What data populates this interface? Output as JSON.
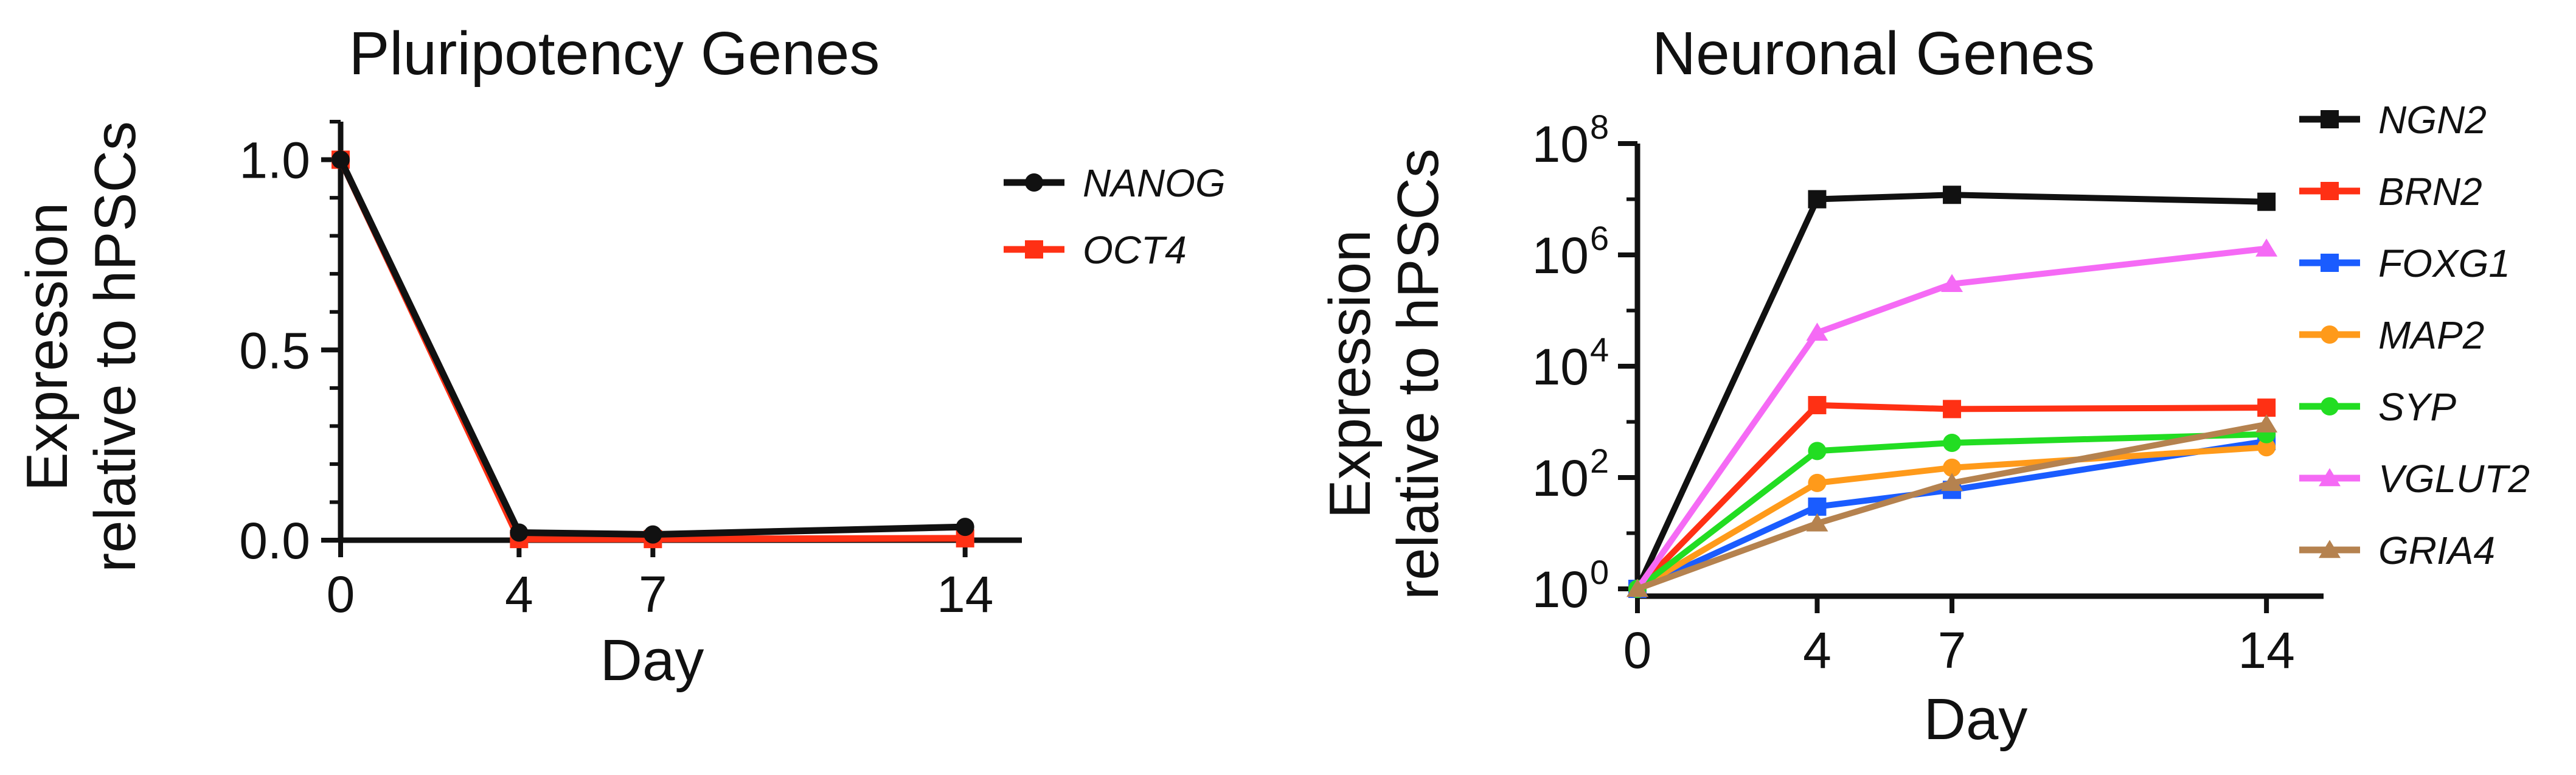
{
  "chart_data": [
    {
      "type": "line",
      "title": "Pluripotency Genes",
      "xlabel": "Day",
      "ylabel": [
        "Expression",
        "relative to hPSCs"
      ],
      "x": [
        0,
        4,
        7,
        14
      ],
      "xlim": [
        0,
        15
      ],
      "ylim": [
        0,
        1.1
      ],
      "yticks": [
        0.0,
        0.5,
        1.0
      ],
      "ytick_labels": [
        "0.0",
        "0.5",
        "1.0"
      ],
      "xtick_labels": [
        "0",
        "4",
        "7",
        "14"
      ],
      "grid": false,
      "legend_position": "top-right",
      "series": [
        {
          "name": "NANOG",
          "color": "#111111",
          "marker": "circle",
          "values": [
            1.0,
            0.02,
            0.015,
            0.035
          ]
        },
        {
          "name": "OCT4",
          "color": "#ff3014",
          "marker": "square",
          "values": [
            1.0,
            0.003,
            0.003,
            0.005
          ]
        }
      ]
    },
    {
      "type": "line",
      "title": "Neuronal Genes",
      "xlabel": "Day",
      "ylabel": [
        "Expression",
        "relative to hPSCs"
      ],
      "yscale": "log",
      "x": [
        0,
        4,
        7,
        14
      ],
      "xlim": [
        0,
        15
      ],
      "ylim": [
        1,
        100000000
      ],
      "yticks": [
        1,
        100,
        10000,
        1000000,
        100000000
      ],
      "ytick_exponents": [
        "0",
        "2",
        "4",
        "6",
        "8"
      ],
      "ytick_base": "10",
      "xtick_labels": [
        "0",
        "4",
        "7",
        "14"
      ],
      "grid": false,
      "legend_position": "right",
      "series": [
        {
          "name": "NGN2",
          "color": "#111111",
          "marker": "square",
          "values": [
            1,
            10000000,
            12000000,
            9000000
          ]
        },
        {
          "name": "BRN2",
          "color": "#ff3014",
          "marker": "square",
          "values": [
            1,
            2000,
            1700,
            1800
          ]
        },
        {
          "name": "FOXG1",
          "color": "#1a5cff",
          "marker": "square",
          "values": [
            1,
            30,
            60,
            450
          ]
        },
        {
          "name": "MAP2",
          "color": "#ff9a1a",
          "marker": "circle",
          "values": [
            1,
            80,
            150,
            350
          ]
        },
        {
          "name": "SYP",
          "color": "#22dd22",
          "marker": "circle",
          "values": [
            1,
            300,
            420,
            600
          ]
        },
        {
          "name": "VGLUT2",
          "color": "#f56af5",
          "marker": "triangle",
          "values": [
            1,
            40000,
            300000,
            1300000
          ]
        },
        {
          "name": "GRIA4",
          "color": "#b5824f",
          "marker": "triangle",
          "values": [
            1,
            15,
            80,
            900
          ]
        }
      ]
    }
  ]
}
